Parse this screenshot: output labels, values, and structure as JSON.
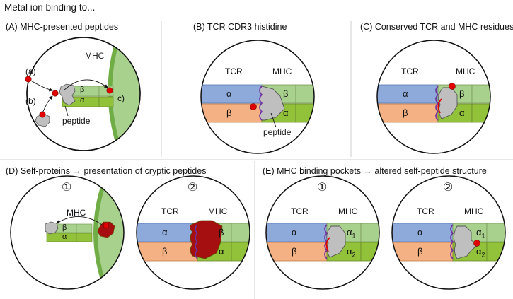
{
  "title": "Metal ion binding to...",
  "panels": {
    "A": {
      "label": "(A) MHC-presented peptides",
      "mhc": "MHC",
      "a": "(a)",
      "b": "(b)",
      "c": "c)",
      "beta": "β",
      "alpha": "α",
      "peptide": "peptide"
    },
    "B": {
      "label": "(B) TCR CDR3 histidine",
      "tcr": "TCR",
      "mhc": "MHC",
      "alpha": "α",
      "beta": "β",
      "peptide": "peptide"
    },
    "C": {
      "label": "(C) Conserved TCR and MHC residues",
      "tcr": "TCR",
      "mhc": "MHC",
      "alpha": "α",
      "beta": "β"
    },
    "D": {
      "label": "(D) Self-proteins → presentation of cryptic peptides",
      "num1": "①",
      "num2": "②",
      "mhc": "MHC",
      "tcr": "TCR",
      "alpha": "α",
      "beta": "β"
    },
    "E": {
      "label": "(E) MHC binding pockets → altered self-peptide structure",
      "num1": "①",
      "num2": "②",
      "tcr": "TCR",
      "mhc": "MHC",
      "alpha": "α",
      "beta": "β",
      "alpha1": "α",
      "alpha2": "α",
      "sub1": "1",
      "sub2": "2"
    }
  },
  "colors": {
    "tcr_alpha": "#8eaadb",
    "tcr_beta": "#f4b183",
    "mhc_light": "#a9d18e",
    "mhc_dark": "#92c13a",
    "cell_surface": "#70ad47",
    "peptide": "#bfbfbf",
    "metal_ion": "#e00000",
    "cryptic": "#a50f0f",
    "divider": "#cfcfcf"
  }
}
